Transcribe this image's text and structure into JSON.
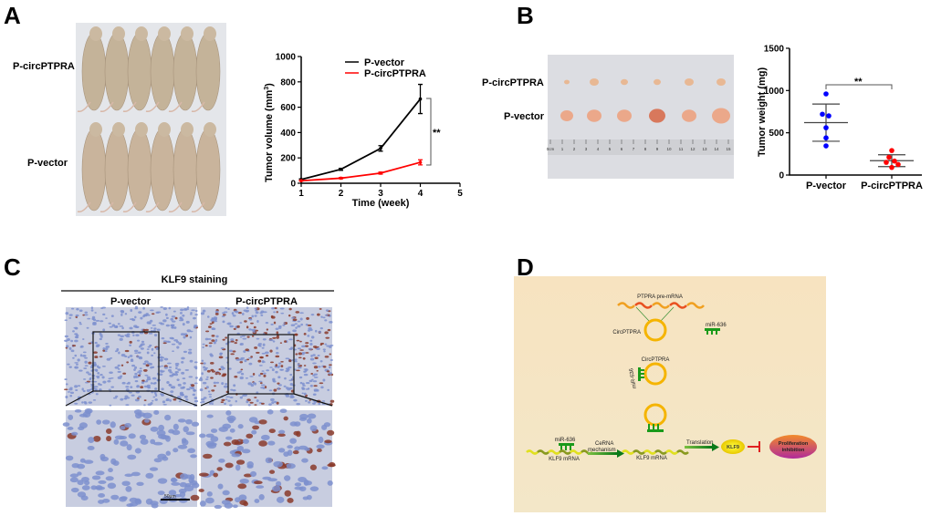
{
  "panels": {
    "a": "A",
    "b": "B",
    "c": "C",
    "d": "D"
  },
  "panel_a": {
    "row_labels": [
      "P-circPTPRA",
      "P-vector"
    ],
    "chart_data": {
      "type": "line",
      "xlabel": "Time (week)",
      "ylabel": "Tumor volume (mm 3)",
      "ylabel_main": "Tumor volume (mm",
      "ylabel_sup": "3",
      "ylabel_close": ")",
      "x": [
        1,
        2,
        3,
        4
      ],
      "xlim": [
        1,
        5
      ],
      "ylim": [
        0,
        1000
      ],
      "xticks": [
        "1",
        "2",
        "3",
        "4",
        "5"
      ],
      "yticks": [
        "0",
        "200",
        "400",
        "600",
        "800",
        "1000"
      ],
      "series": [
        {
          "name": "P-vector",
          "color": "#000000",
          "values": [
            30,
            110,
            275,
            665
          ],
          "errors": [
            5,
            8,
            22,
            115
          ]
        },
        {
          "name": "P-circPTPRA",
          "color": "#ff0000",
          "values": [
            20,
            40,
            80,
            165
          ],
          "errors": [
            3,
            5,
            8,
            20
          ]
        }
      ],
      "annotation": "**"
    }
  },
  "panel_b": {
    "row_labels": [
      "P-circPTPRA",
      "P-vector"
    ],
    "ruler_labels": [
      "0cm",
      "1",
      "2",
      "3",
      "4",
      "5",
      "6",
      "7",
      "8",
      "9",
      "10",
      "11",
      "12",
      "13",
      "14",
      "15"
    ],
    "chart_data": {
      "type": "scatter",
      "ylabel": "Tumor weight (mg)",
      "categories": [
        "P-vector",
        "P-circPTPRA"
      ],
      "ylim": [
        0,
        1500
      ],
      "yticks": [
        "0",
        "500",
        "1000",
        "1500"
      ],
      "series": [
        {
          "name": "P-vector",
          "color": "#0000ff",
          "values": [
            960,
            720,
            700,
            560,
            440,
            345
          ],
          "mean": 620,
          "sd": 220
        },
        {
          "name": "P-circPTPRA",
          "color": "#ff0000",
          "values": [
            290,
            210,
            150,
            165,
            125,
            90
          ],
          "mean": 170,
          "sd": 70
        }
      ],
      "annotation": "**"
    }
  },
  "panel_c": {
    "title": "KLF9 staining",
    "columns": [
      "P-vector",
      "P-circPTPRA"
    ],
    "scale_bar": "50μm"
  },
  "panel_d": {
    "pre_mrna": "PTPRA pre-mRNA",
    "circ1": "CircPTPRA",
    "mir1": "miR-636",
    "circ2": "CircPTPRA",
    "mir2": "miR-636",
    "mir3": "miR-636",
    "klf9_mrna1": "KLF9 mRNA",
    "cerna1": "CeRNA",
    "cerna2": "mechanism",
    "klf9_mrna2": "KLF9 mRNA",
    "translation": "Translation",
    "klf9": "KLF9",
    "prolif1": "Proliferation",
    "prolif2": "inhibition",
    "colors": {
      "circle": "#f5b400",
      "mirna": "#1a9a1a",
      "arrow": "#1a8a1a",
      "inhibit": "#e02020"
    }
  }
}
